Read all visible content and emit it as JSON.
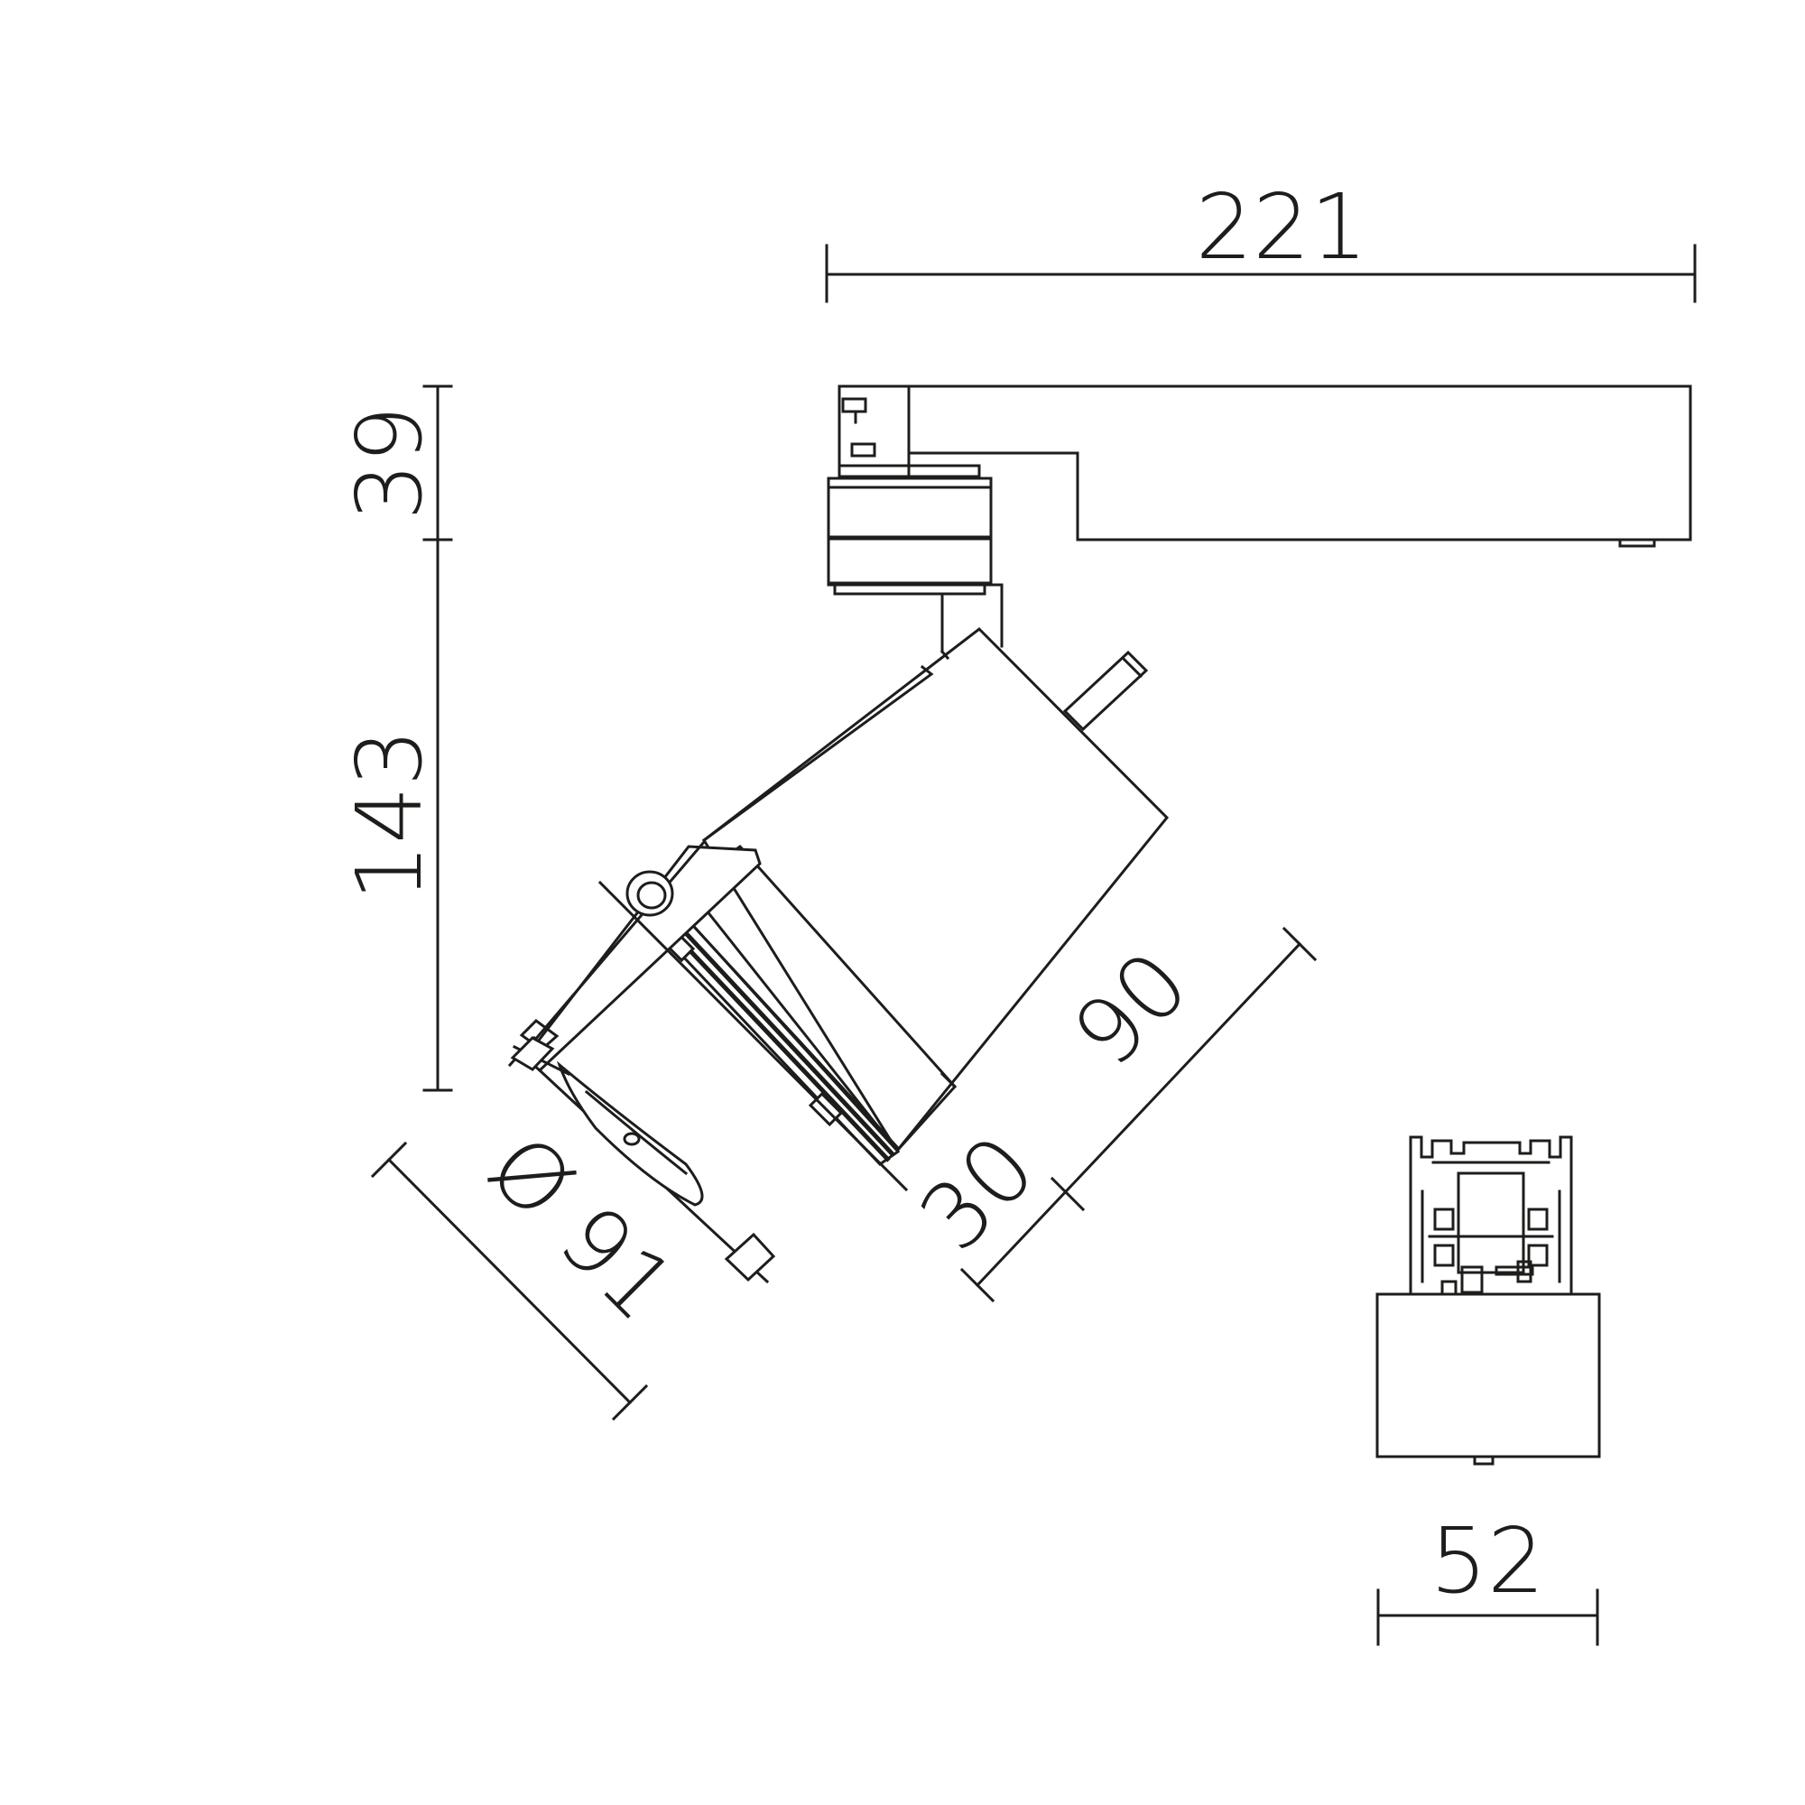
{
  "dimensions": {
    "overall_length": "221",
    "adapter_height": "39",
    "head_height": "143",
    "lamp_length": "90",
    "front_depth": "30",
    "head_diameter": "Ø 91",
    "adapter_width": "52"
  },
  "colors": {
    "line": "#1d1d1b",
    "background": "#ffffff"
  }
}
